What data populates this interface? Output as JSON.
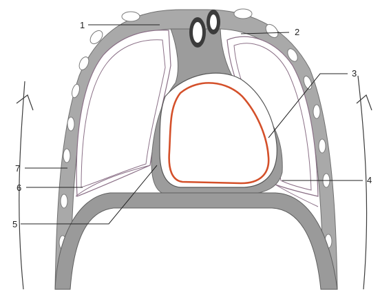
{
  "labels": {
    "l1": "1",
    "l2": "2",
    "l3": "3",
    "l4": "4",
    "l5": "5",
    "l6": "6",
    "l7": "7"
  },
  "colors": {
    "wall": "#a9a9a9",
    "wall_dark": "#8c8c8c",
    "pleura_line": "#8a6f86",
    "heart_outline": "#d4502a",
    "outline": "#3a3a3a"
  }
}
